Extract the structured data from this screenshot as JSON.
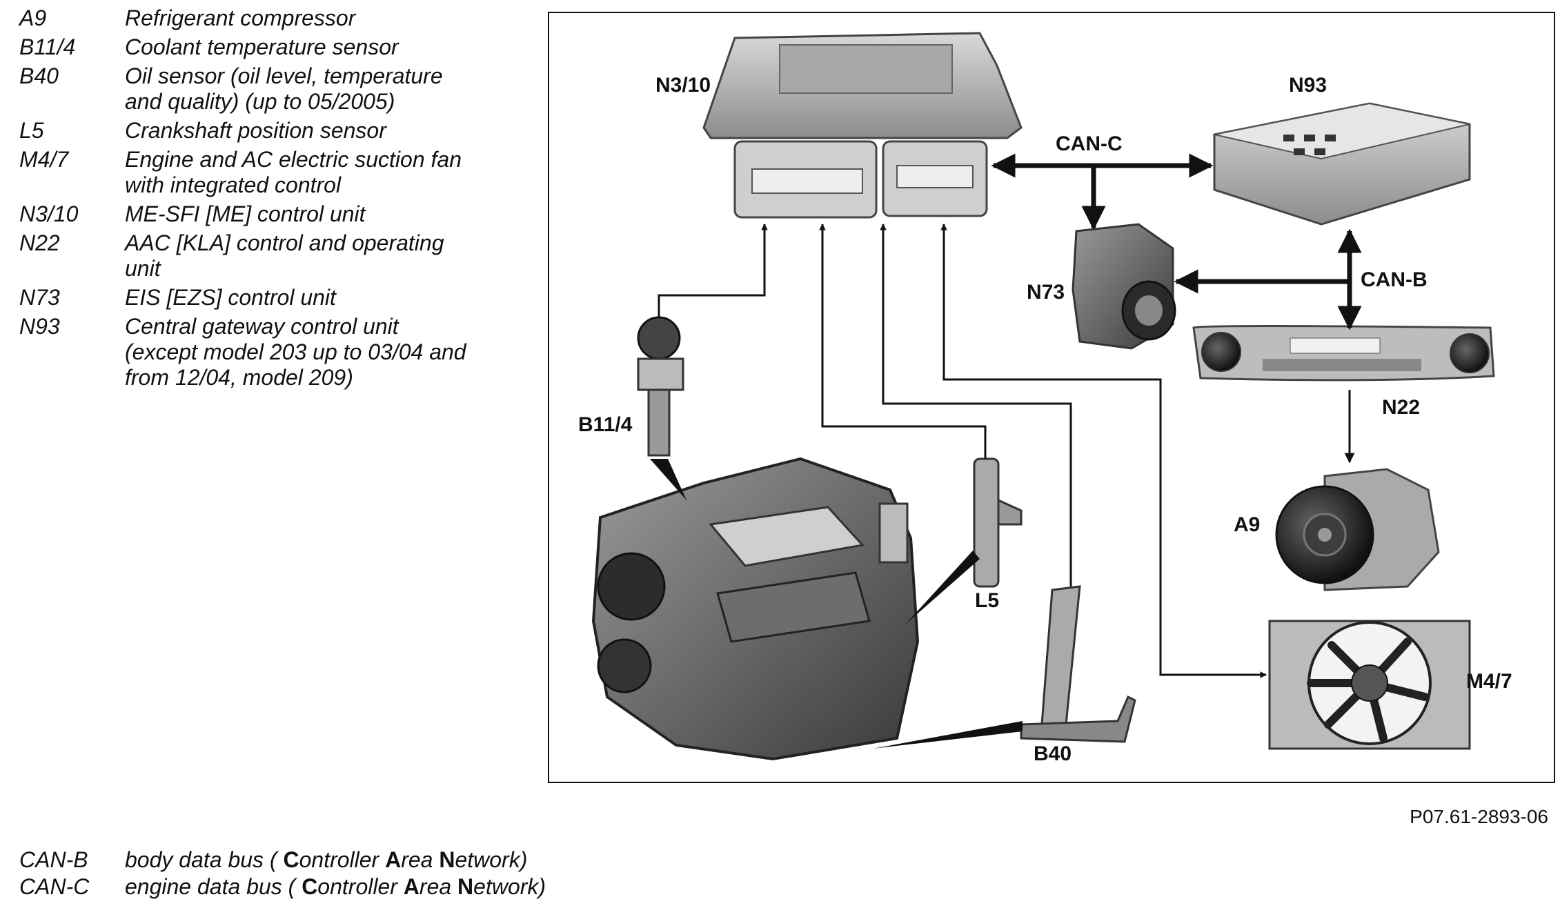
{
  "legend": [
    {
      "code": "A9",
      "lines": [
        "Refrigerant compressor"
      ]
    },
    {
      "code": "B11/4",
      "lines": [
        "Coolant temperature sensor"
      ]
    },
    {
      "code": "B40",
      "lines": [
        "Oil sensor (oil level, temperature",
        "and quality) (up to 05/2005)"
      ]
    },
    {
      "code": "L5",
      "lines": [
        "Crankshaft position sensor"
      ]
    },
    {
      "code": "M4/7",
      "lines": [
        "Engine and AC electric suction fan",
        "with integrated control"
      ]
    },
    {
      "code": "N3/10",
      "lines": [
        "ME-SFI [ME] control unit"
      ]
    },
    {
      "code": "N22",
      "lines": [
        "AAC [KLA] control and operating",
        "unit"
      ]
    },
    {
      "code": "N73",
      "lines": [
        "EIS [EZS] control unit"
      ]
    },
    {
      "code": "N93",
      "lines": [
        "Central gateway control unit",
        "(except model 203 up to 03/04 and",
        "from 12/04, model 209)"
      ]
    }
  ],
  "diagram_labels": {
    "n3_10": "N3/10",
    "n93": "N93",
    "can_c": "CAN-C",
    "can_b": "CAN-B",
    "n73": "N73",
    "n22": "N22",
    "b11_4": "B11/4",
    "a9": "A9",
    "l5": "L5",
    "m4_7": "M4/7",
    "b40": "B40"
  },
  "reference": "P07.61-2893-06",
  "bus_legend": [
    {
      "code": "CAN-B",
      "prefix": "body data bus ( ",
      "c": "C",
      "c_rest": "ontroller ",
      "a": "A",
      "a_rest": "rea ",
      "n": "N",
      "n_rest": "etwork)"
    },
    {
      "code": "CAN-C",
      "prefix": "engine data bus ( ",
      "c": "C",
      "c_rest": "ontroller ",
      "a": "A",
      "a_rest": "rea ",
      "n": "N",
      "n_rest": "etwork)"
    }
  ]
}
